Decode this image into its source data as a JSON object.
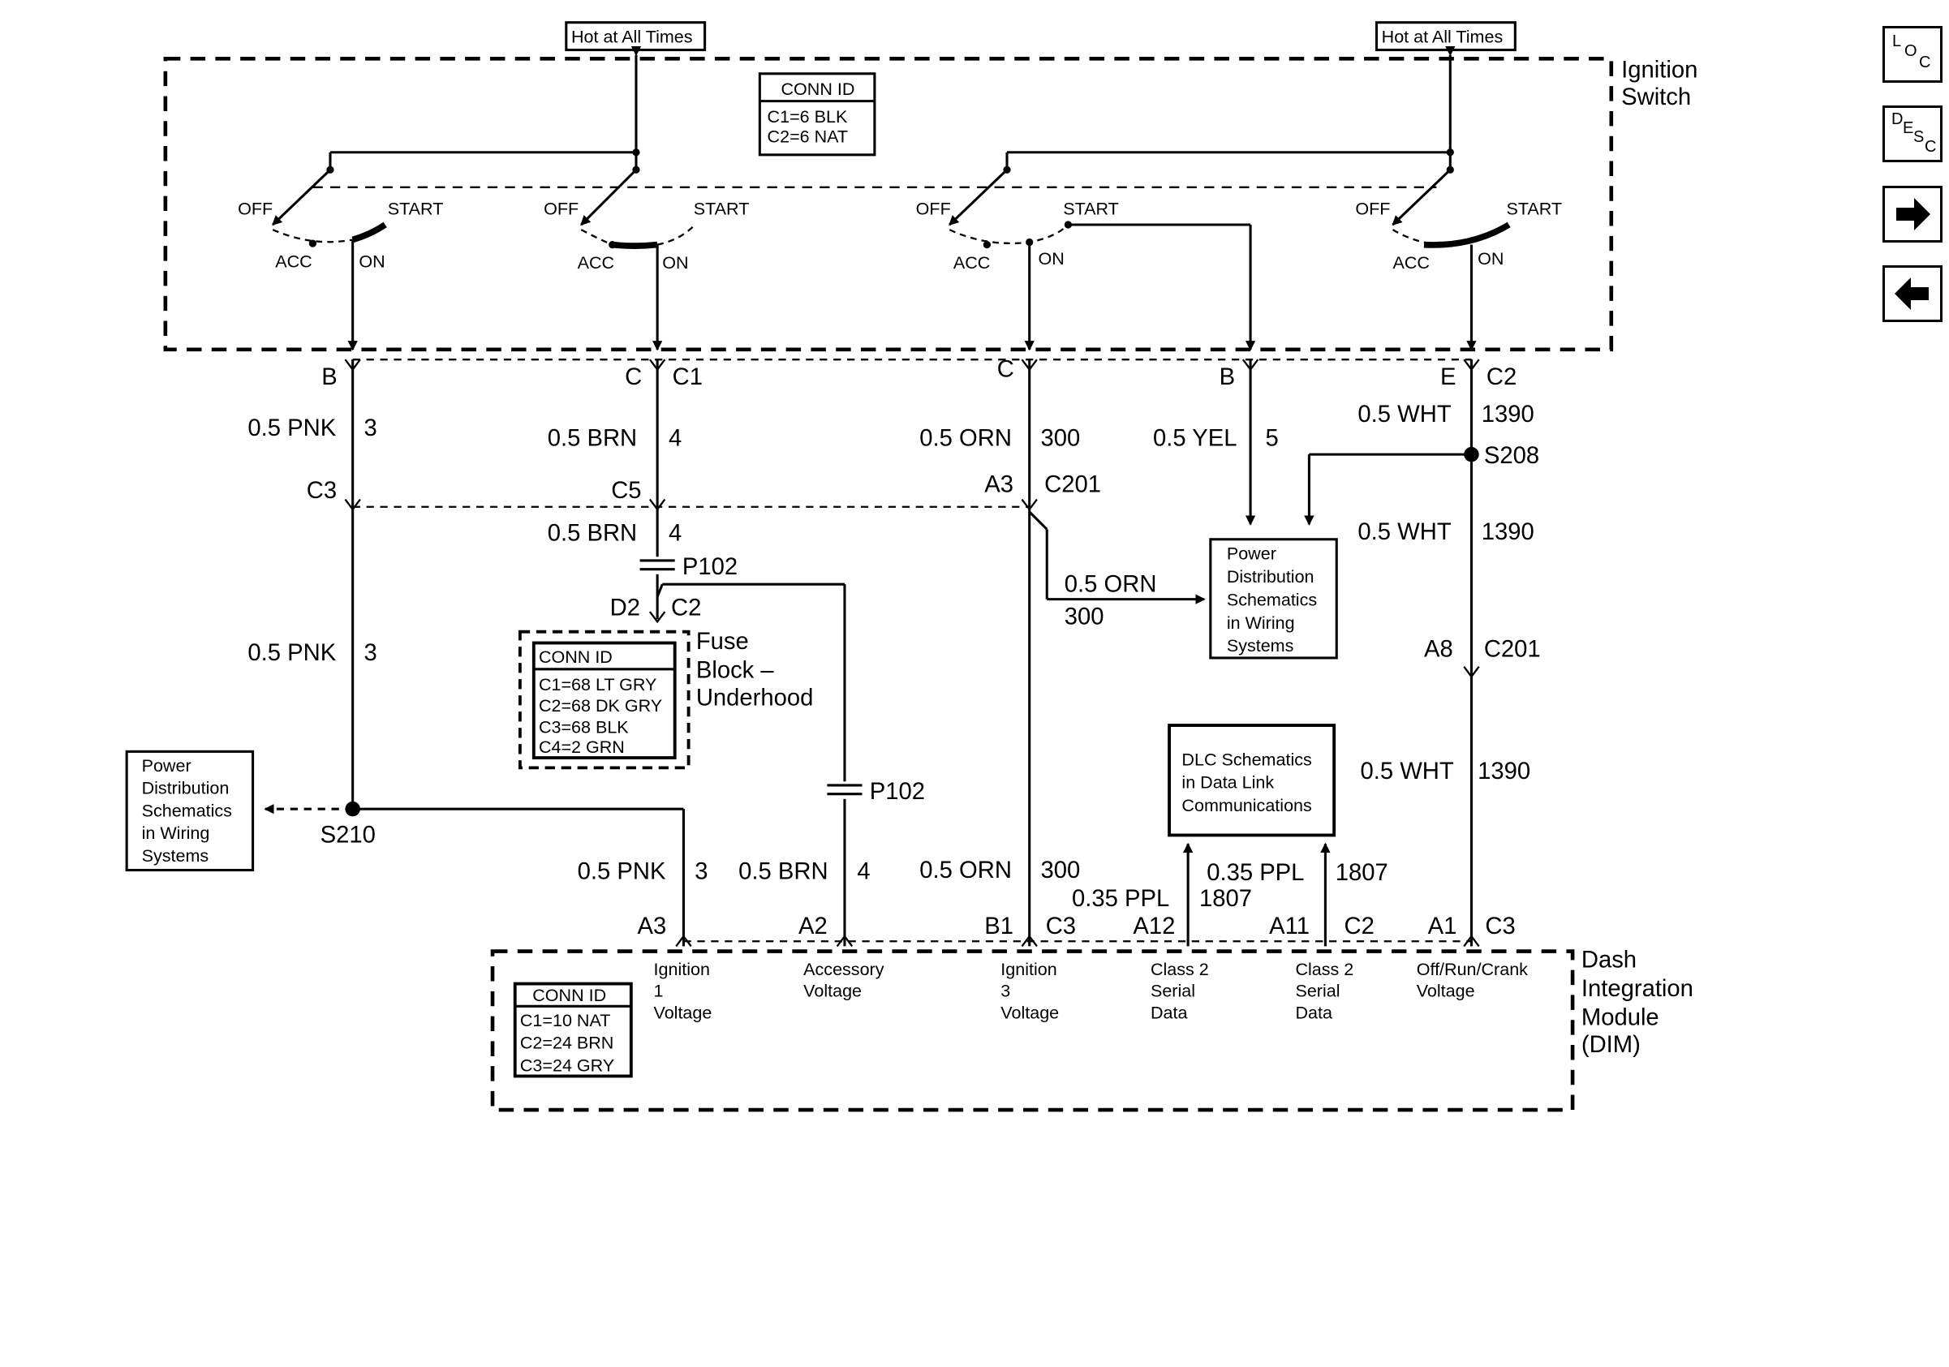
{
  "labels": {
    "hot1": "Hot at All Times",
    "hot2": "Hot at All Times",
    "ign_switch_1": "Ignition",
    "ign_switch_2": "Switch",
    "conn_top_title": "CONN ID",
    "conn_top_1": "C1=6 BLK",
    "conn_top_2": "C2=6 NAT",
    "off": "OFF",
    "start": "START",
    "acc": "ACC",
    "on": "ON",
    "pin_B": "B",
    "pin_C": "C",
    "pin_C1": "C1",
    "pin_C_2": "C",
    "pin_B_2": "B",
    "pin_E": "E",
    "pin_C2": "C2",
    "w_pnk_1": "0.5 PNK",
    "c_3a": "3",
    "w_brn_1": "0.5 BRN",
    "c_4a": "4",
    "w_orn_1": "0.5 ORN",
    "c_300a": "300",
    "w_yel": "0.5 YEL",
    "c_5": "5",
    "w_wht_1": "0.5 WHT",
    "c_1390a": "1390",
    "s208": "S208",
    "c3_left": "C3",
    "c5": "C5",
    "a3_c201": "A3",
    "c201_a": "C201",
    "w_brn_2": "0.5 BRN",
    "c_4b": "4",
    "p102_a": "P102",
    "d2": "D2",
    "c2_fuse": "C2",
    "w_orn_2": "0.5 ORN",
    "c_300b": "300",
    "pd_box_1": [
      "Power",
      "Distribution",
      "Schematics",
      "in Wiring",
      "Systems"
    ],
    "w_wht_2": "0.5 WHT",
    "c_1390b": "1390",
    "a8": "A8",
    "c201_b": "C201",
    "w_pnk_2": "0.5 PNK",
    "c_3b": "3",
    "fuse_1": "Fuse",
    "fuse_2": "Block –",
    "fuse_3": "Underhood",
    "conn_fuse_title": "CONN ID",
    "conn_fuse_1": "C1=68 LT GRY",
    "conn_fuse_2": "C2=68 DK GRY",
    "conn_fuse_3": "C3=68 BLK",
    "conn_fuse_4": "C4=2 GRN",
    "pd_box_2": [
      "Power",
      "Distribution",
      "Schematics",
      "in Wiring",
      "Systems"
    ],
    "s210": "S210",
    "p102_b": "P102",
    "dlc_box": [
      "DLC Schematics",
      "in Data Link",
      "Communications"
    ],
    "w_wht_3": "0.5 WHT",
    "c_1390c": "1390",
    "w_pnk_3": "0.5 PNK",
    "c_3c": "3",
    "w_brn_3": "0.5 BRN",
    "c_4c": "4",
    "w_orn_3": "0.5 ORN",
    "c_300c": "300",
    "w_ppl_1": "0.35 PPL",
    "c_1807a": "1807",
    "w_ppl_2": "0.35 PPL",
    "c_1807b": "1807",
    "pin_A3": "A3",
    "pin_A2": "A2",
    "pin_B1": "B1",
    "pin_C3a": "C3",
    "pin_A12": "A12",
    "pin_A11": "A11",
    "pin_C2b": "C2",
    "pin_A1": "A1",
    "pin_C3b": "C3",
    "dim_1": "Dash",
    "dim_2": "Integration",
    "dim_3": "Module",
    "dim_4": "(DIM)",
    "conn_dim_title": "CONN ID",
    "conn_dim_1": "C1=10 NAT",
    "conn_dim_2": "C2=24 BRN",
    "conn_dim_3": "C3=24 GRY",
    "f_ign1": [
      "Ignition",
      "1",
      "Voltage"
    ],
    "f_acc": [
      "Accessory",
      "Voltage"
    ],
    "f_ign3": [
      "Ignition",
      "3",
      "Voltage"
    ],
    "f_cls2a": [
      "Class 2",
      "Serial",
      "Data"
    ],
    "f_cls2b": [
      "Class 2",
      "Serial",
      "Data"
    ],
    "f_orc": [
      "Off/Run/Crank",
      "Voltage"
    ]
  },
  "nav": {
    "loc": [
      "L",
      "O",
      "C"
    ],
    "desc": [
      "D",
      "E",
      "S",
      "C"
    ],
    "next_icon": "right-arrow-icon",
    "prev_icon": "left-arrow-icon"
  }
}
